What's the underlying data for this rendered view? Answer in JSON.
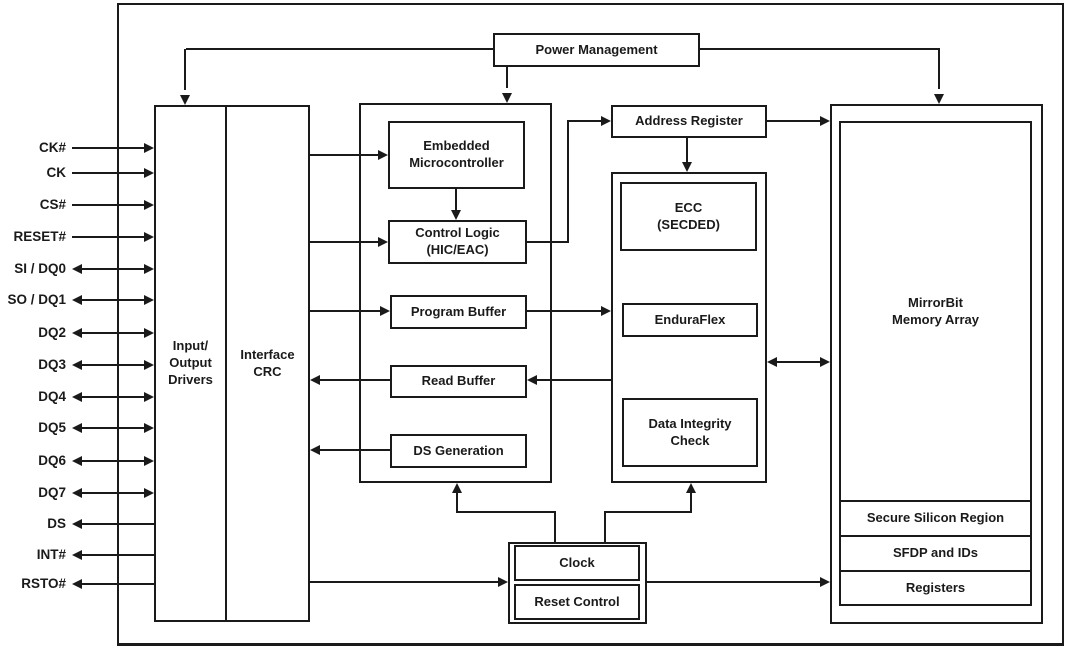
{
  "blocks": {
    "power_management": "Power Management",
    "input_output_drivers": "Input/\nOutput\nDrivers",
    "interface_crc": "Interface\nCRC",
    "embedded_microcontroller": "Embedded\nMicrocontroller",
    "control_logic": "Control Logic\n(HIC/EAC)",
    "program_buffer": "Program Buffer",
    "read_buffer": "Read Buffer",
    "ds_generation": "DS Generation",
    "address_register": "Address Register",
    "ecc": "ECC\n(SECDED)",
    "enduraflex": "EnduraFlex",
    "data_integrity_check": "Data Integrity\nCheck",
    "mirrorbit_memory_array": "MirrorBit\nMemory Array",
    "secure_silicon_region": "Secure Silicon Region",
    "sfdp_and_ids": "SFDP and IDs",
    "registers": "Registers",
    "clock": "Clock",
    "reset_control": "Reset Control"
  },
  "pins": [
    {
      "label": "CK#",
      "direction": "input"
    },
    {
      "label": "CK",
      "direction": "input"
    },
    {
      "label": "CS#",
      "direction": "input"
    },
    {
      "label": "RESET#",
      "direction": "input"
    },
    {
      "label": "SI / DQ0",
      "direction": "bidirectional"
    },
    {
      "label": "SO / DQ1",
      "direction": "bidirectional"
    },
    {
      "label": "DQ2",
      "direction": "bidirectional"
    },
    {
      "label": "DQ3",
      "direction": "bidirectional"
    },
    {
      "label": "DQ4",
      "direction": "bidirectional"
    },
    {
      "label": "DQ5",
      "direction": "bidirectional"
    },
    {
      "label": "DQ6",
      "direction": "bidirectional"
    },
    {
      "label": "DQ7",
      "direction": "bidirectional"
    },
    {
      "label": "DS",
      "direction": "output"
    },
    {
      "label": "INT#",
      "direction": "output"
    },
    {
      "label": "RSTO#",
      "direction": "output"
    }
  ],
  "colors": {
    "line": "#1a1a1a",
    "background": "#ffffff",
    "box_fill": "#ffffff"
  }
}
